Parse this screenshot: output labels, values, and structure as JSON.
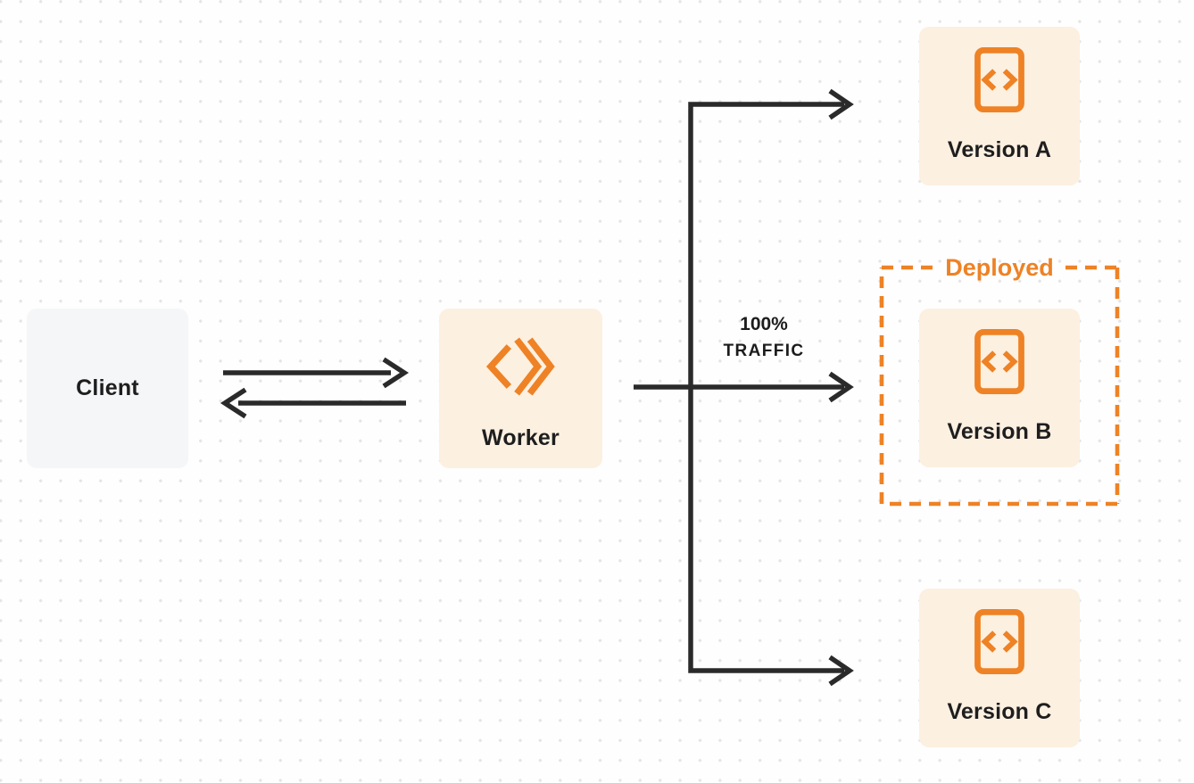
{
  "colors": {
    "accent_orange": "#EE8225",
    "version_node_bg": "#FCF0E1",
    "client_node_bg": "#F5F6F7",
    "arrow_stroke": "#2A2A2A",
    "dot_grid": "#E4E5E8",
    "label_text": "#1E1E1E"
  },
  "icons": {
    "worker": "workers-logo (left angle bracket with double right chevrons)",
    "version": "code-file (rectangle outline containing angle brackets)"
  },
  "nodes": {
    "client": {
      "label": "Client"
    },
    "worker": {
      "label": "Worker"
    },
    "versions": [
      {
        "label": "Version A"
      },
      {
        "label": "Version B",
        "badge": "Deployed"
      },
      {
        "label": "Version C"
      }
    ]
  },
  "edges": {
    "client_worker": {
      "type": "bidirectional-arrows"
    },
    "traffic": {
      "line1": "100%",
      "line2": "TRAFFIC",
      "from": "Worker",
      "to": "Version B"
    },
    "branches": [
      "Version A",
      "Version B",
      "Version C"
    ]
  }
}
